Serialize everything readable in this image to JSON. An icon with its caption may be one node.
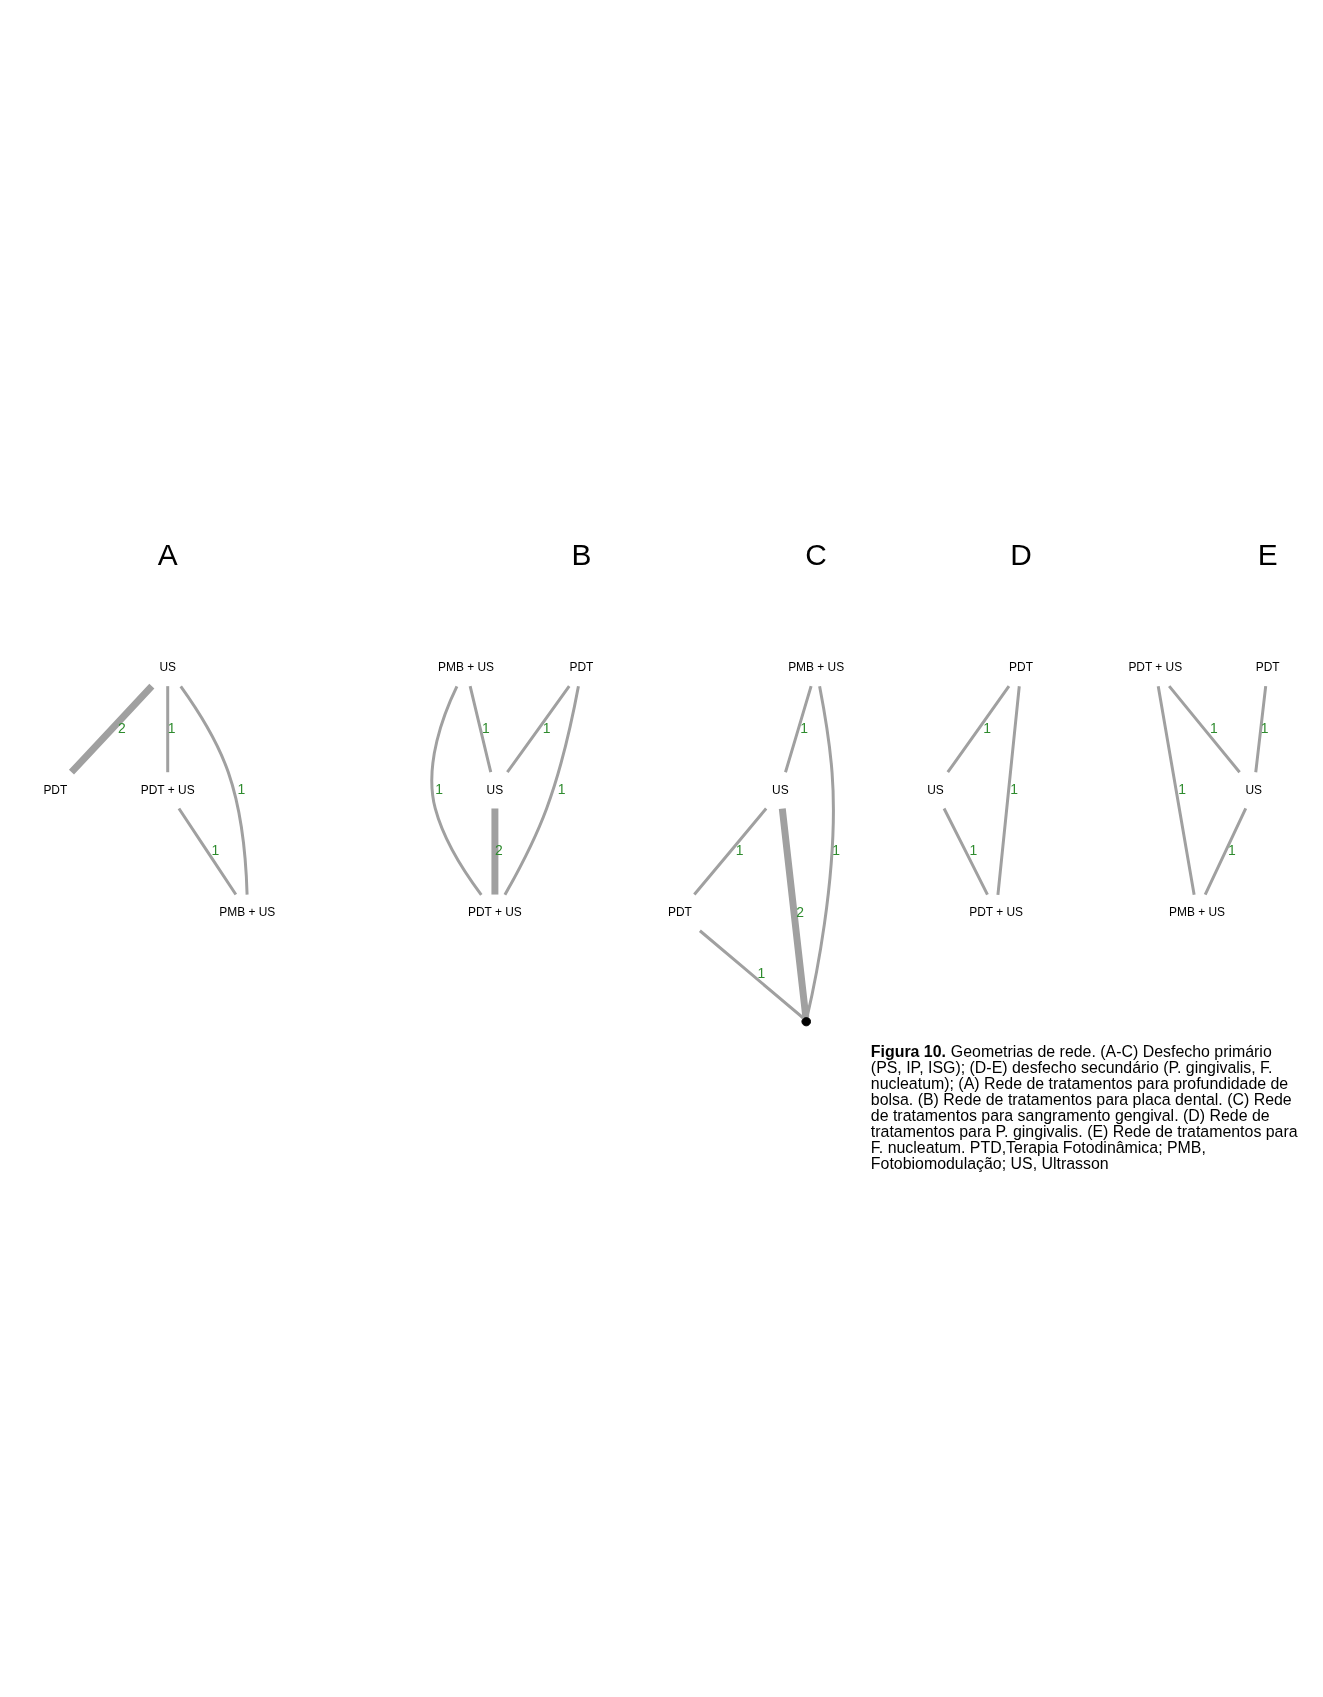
{
  "diagram": {
    "caption": "**Figura 10.** Geometrias de rede. (A-C) Desfecho primário (PS, IP, ISG); (D-E) desfecho secundário (P. gingivalis, F. nucleatum); (A) Rede de tratamentos para profundidade de bolsa. (B) Rede de tratamentos para placa dental. (C) Rede de tratamentos para sangramento gengival. (D) Rede de tratamentos para P. gingivalis. (E) Rede de tratamentos para F. nucleatum. PTD,Terapia Fotodinâmica; PMB, Fotobiomodulação; US, Ultrasson",
    "nodes": [
      {
        "text": [
          "US"
        ]
      },
      {
        "text": [
          "PDT"
        ]
      },
      {
        "text": [
          "PDT + US"
        ]
      },
      {
        "text": [
          "PMB + US"
        ]
      },
      {
        "text": [
          "PDT"
        ]
      },
      {
        "text": [
          "PMB + US"
        ]
      },
      {
        "text": [
          "US"
        ]
      },
      {
        "text": [
          "PDT + US"
        ]
      },
      {
        "text": [
          "PMB + US"
        ]
      },
      {
        "text": [
          "US"
        ]
      },
      {
        "text": [
          "PDT"
        ]
      },
      {
        "text": [],
        "shape": "circle"
      },
      {
        "text": [
          "PDT"
        ]
      },
      {
        "text": [
          "US"
        ]
      },
      {
        "text": [
          "PDT + US"
        ]
      },
      {
        "text": [
          "PDT"
        ]
      },
      {
        "text": [
          "PDT + US"
        ]
      },
      {
        "text": [
          "US"
        ]
      },
      {
        "text": [
          "PMB + US"
        ]
      }
    ],
    "edges": [
      {
        "from": 0,
        "to": 1,
        "arrow": "none",
        "label": "2",
        "style": "thick"
      },
      {
        "from": 0,
        "to": 2,
        "arrow": "none",
        "label": "1"
      },
      {
        "from": 0,
        "to": 3,
        "arrow": "none",
        "label": "1"
      },
      {
        "from": 2,
        "to": 3,
        "arrow": "none",
        "label": "1"
      },
      {
        "from": 4,
        "to": 6,
        "arrow": "none",
        "label": "1"
      },
      {
        "from": 4,
        "to": 7,
        "arrow": "none",
        "label": "1"
      },
      {
        "from": 5,
        "to": 6,
        "arrow": "none",
        "label": "1"
      },
      {
        "from": 5,
        "to": 7,
        "arrow": "none",
        "label": "1"
      },
      {
        "from": 6,
        "to": 7,
        "arrow": "none",
        "label": "2",
        "style": "thick"
      },
      {
        "from": 8,
        "to": 9,
        "arrow": "none",
        "label": "1"
      },
      {
        "from": 8,
        "to": 11,
        "arrow": "none",
        "label": "1"
      },
      {
        "from": 9,
        "to": 10,
        "arrow": "none",
        "label": "1"
      },
      {
        "from": 9,
        "to": 11,
        "arrow": "none",
        "label": "2",
        "style": "thick"
      },
      {
        "from": 10,
        "to": 11,
        "arrow": "none",
        "label": "1"
      },
      {
        "from": 12,
        "to": 13,
        "arrow": "none",
        "label": "1"
      },
      {
        "from": 12,
        "to": 14,
        "arrow": "none",
        "label": "1"
      },
      {
        "from": 13,
        "to": 14,
        "arrow": "none",
        "label": "1"
      },
      {
        "from": 15,
        "to": 17,
        "arrow": "none",
        "label": "1"
      },
      {
        "from": 16,
        "to": 17,
        "arrow": "none",
        "label": "1"
      },
      {
        "from": 16,
        "to": 18,
        "arrow": "none",
        "label": "1"
      },
      {
        "from": 17,
        "to": 18,
        "arrow": "none",
        "label": "1"
      }
    ],
    "labels": [
      "A",
      "B",
      "C",
      "D",
      "E"
    ]
  }
}
